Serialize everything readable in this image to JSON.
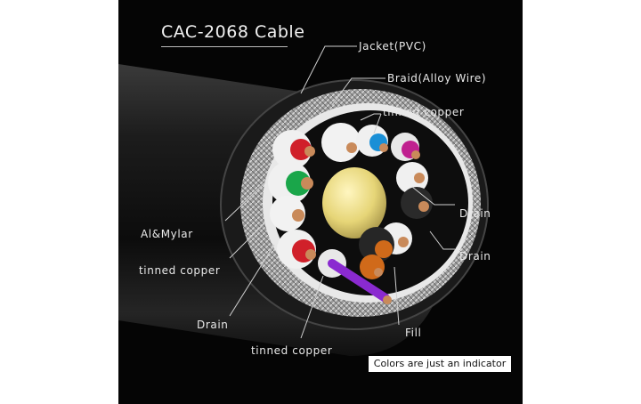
{
  "title": "CAC-2068 Cable",
  "labels": {
    "jacket": "Jacket(PVC)",
    "braid": "Braid(Alloy Wire)",
    "tinned_top": "tinned copper",
    "drain_right_1": "Drain",
    "drain_right_2": "Drain",
    "al_mylar": "Al&Mylar",
    "tinned_left": "tinned copper",
    "drain_left": "Drain",
    "fill": "Fill",
    "tinned_bottom": "tinned copper"
  },
  "note": "Colors are just an indicator",
  "colors": {
    "background": "#050505",
    "wire_red": "#d0202a",
    "wire_green": "#1aa64a",
    "wire_blue": "#1a8fd6",
    "wire_magenta": "#c0208f",
    "wire_orange": "#d06a1a",
    "wire_purple": "#8a2ad0",
    "filler": "#e8d97a",
    "copper": "#c98a5a"
  }
}
